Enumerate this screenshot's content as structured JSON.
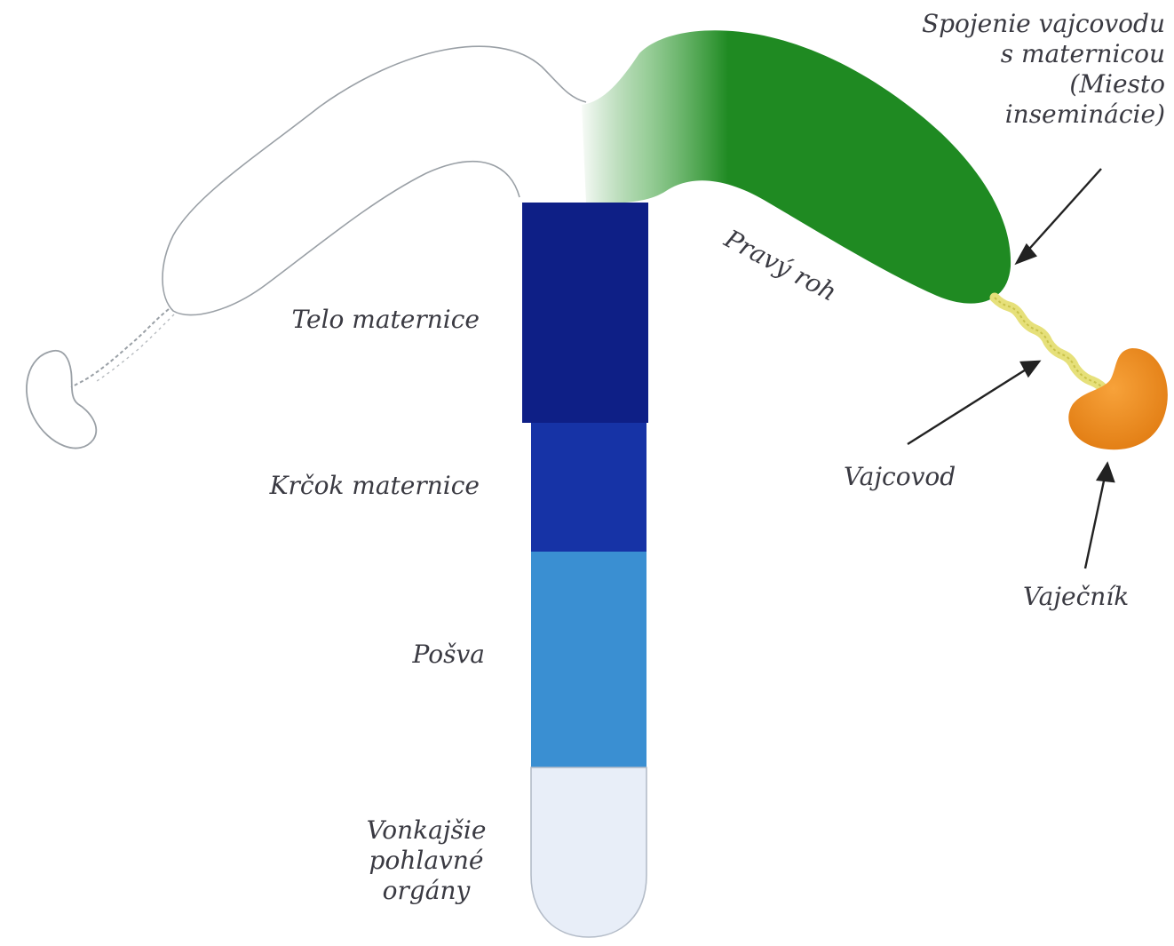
{
  "labels": {
    "junction": [
      "Spojenie vajcovodu",
      "s maternicou",
      "(Miesto",
      "insemináci­e)"
    ],
    "right_horn": "Pravý roh",
    "uterus_body": "Telo maternice",
    "cervix": "Krčok maternice",
    "vagina": "Pošva",
    "external": [
      "Vonkajšie",
      "pohlavné",
      "orgány"
    ],
    "oviduct": "Vajcovod",
    "ovary": "Vaječník"
  },
  "colors": {
    "right_horn": "#1f8a22",
    "uterus_body": "#0e1f86",
    "cervix": "#1633a6",
    "vagina": "#3a8fd2",
    "external": "#e8eef8",
    "oviduct": "#e6e07a",
    "ovary": "#ef8a1c",
    "outline": "#9aa0a6",
    "label_text": "#3a3a42"
  }
}
